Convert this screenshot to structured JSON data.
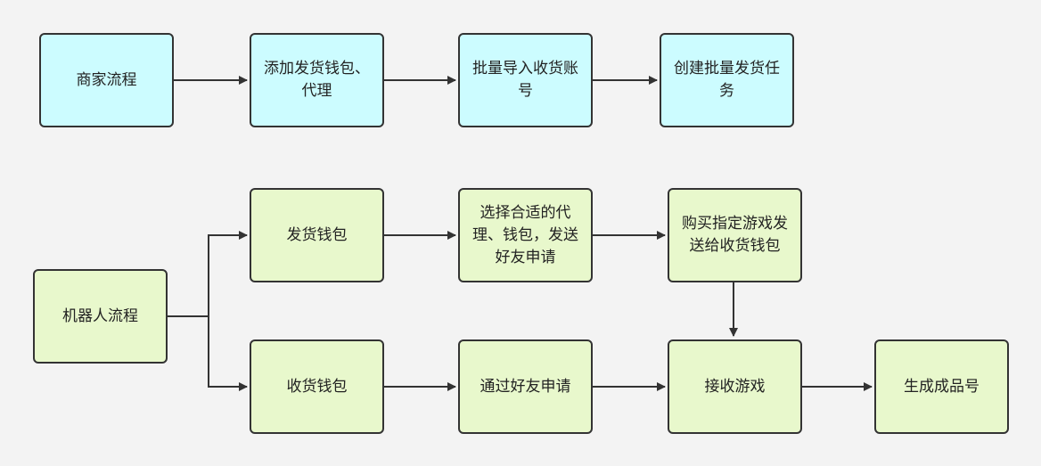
{
  "colors": {
    "background": "#f3f3f3",
    "merchant_fill": "#ccfcff",
    "robot_fill": "#e8f8cc",
    "stroke": "#333333"
  },
  "merchant_flow": {
    "start": "商家流程",
    "step1": "添加发货钱包、代理",
    "step2": "批量导入收货账号",
    "step3": "创建批量发货任务"
  },
  "robot_flow": {
    "start": "机器人流程",
    "ship_wallet": "发货钱包",
    "select_proxy": "选择合适的代理、钱包，发送好友申请",
    "buy_game": "购买指定游戏发送给收货钱包",
    "receive_wallet": "收货钱包",
    "accept_friend": "通过好友申请",
    "receive_game": "接收游戏",
    "finished_account": "生成成品号"
  }
}
